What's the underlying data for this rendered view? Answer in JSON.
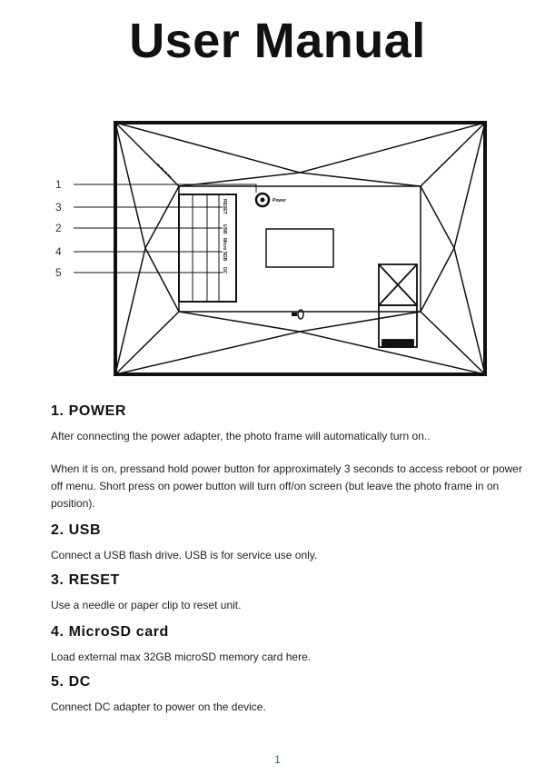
{
  "title": "User Manual",
  "diagram": {
    "callouts": [
      "1",
      "3",
      "2",
      "4",
      "5"
    ],
    "power_label": "Power",
    "port_labels": [
      "RESET",
      "USB",
      "Micro SDB",
      "DC"
    ]
  },
  "sections": [
    {
      "heading": "1. POWER",
      "paragraphs": [
        "After connecting the power adapter, the photo frame will automatically turn on..",
        "When it is on, pressand hold power button for approximately 3 seconds to access reboot or power off menu. Short press on power button will turn off/on screen (but leave the photo frame in on position)."
      ]
    },
    {
      "heading": "2. USB",
      "paragraphs": [
        "Connect a USB flash drive. USB is for service use only."
      ]
    },
    {
      "heading": "3. RESET",
      "paragraphs": [
        "Use a needle or paper clip to reset unit."
      ]
    },
    {
      "heading": "4. MicroSD card",
      "paragraphs": [
        "Load external max 32GB microSD memory card here."
      ]
    },
    {
      "heading": "5. DC",
      "paragraphs": [
        "Connect DC adapter to power on the device."
      ]
    }
  ],
  "page_number": "1"
}
